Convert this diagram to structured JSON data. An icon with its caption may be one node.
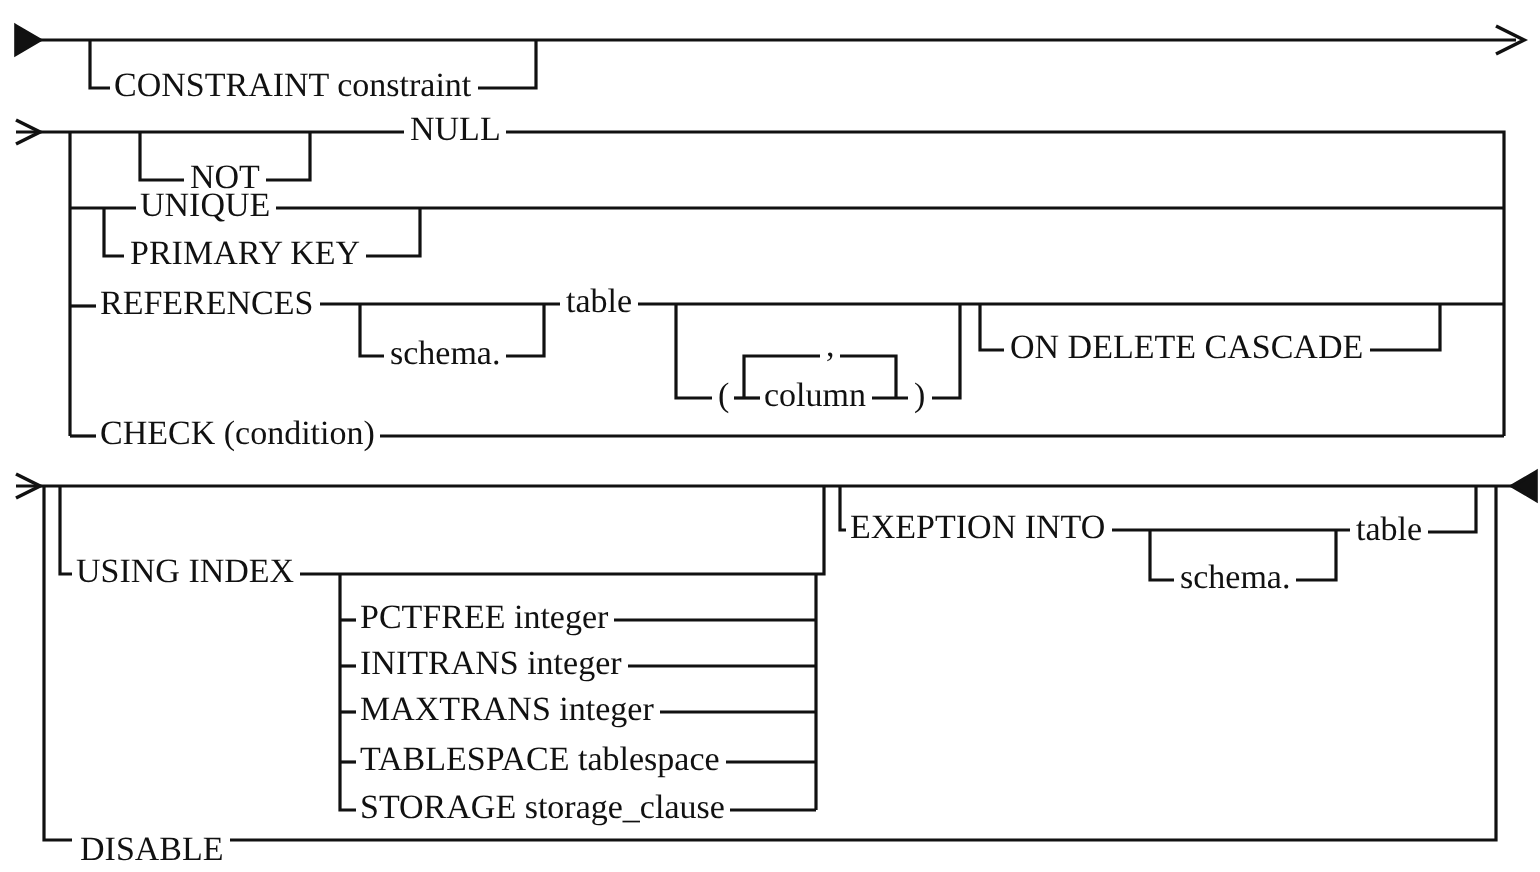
{
  "diagram": {
    "labels": [
      "CONSTRAINT constraint",
      "NULL",
      "NOT",
      "UNIQUE",
      "PRIMARY KEY",
      "REFERENCES",
      "table",
      "schema.",
      "ON DELETE CASCADE",
      ",",
      "(",
      "column",
      ")",
      "CHECK (condition)",
      "EXEPTION INTO",
      "table",
      "USING INDEX",
      "schema.",
      "PCTFREE integer",
      "INITRANS integer",
      "MAXTRANS integer",
      "TABLESPACE tablespace",
      "STORAGE storage_clause",
      "DISABLE"
    ]
  }
}
